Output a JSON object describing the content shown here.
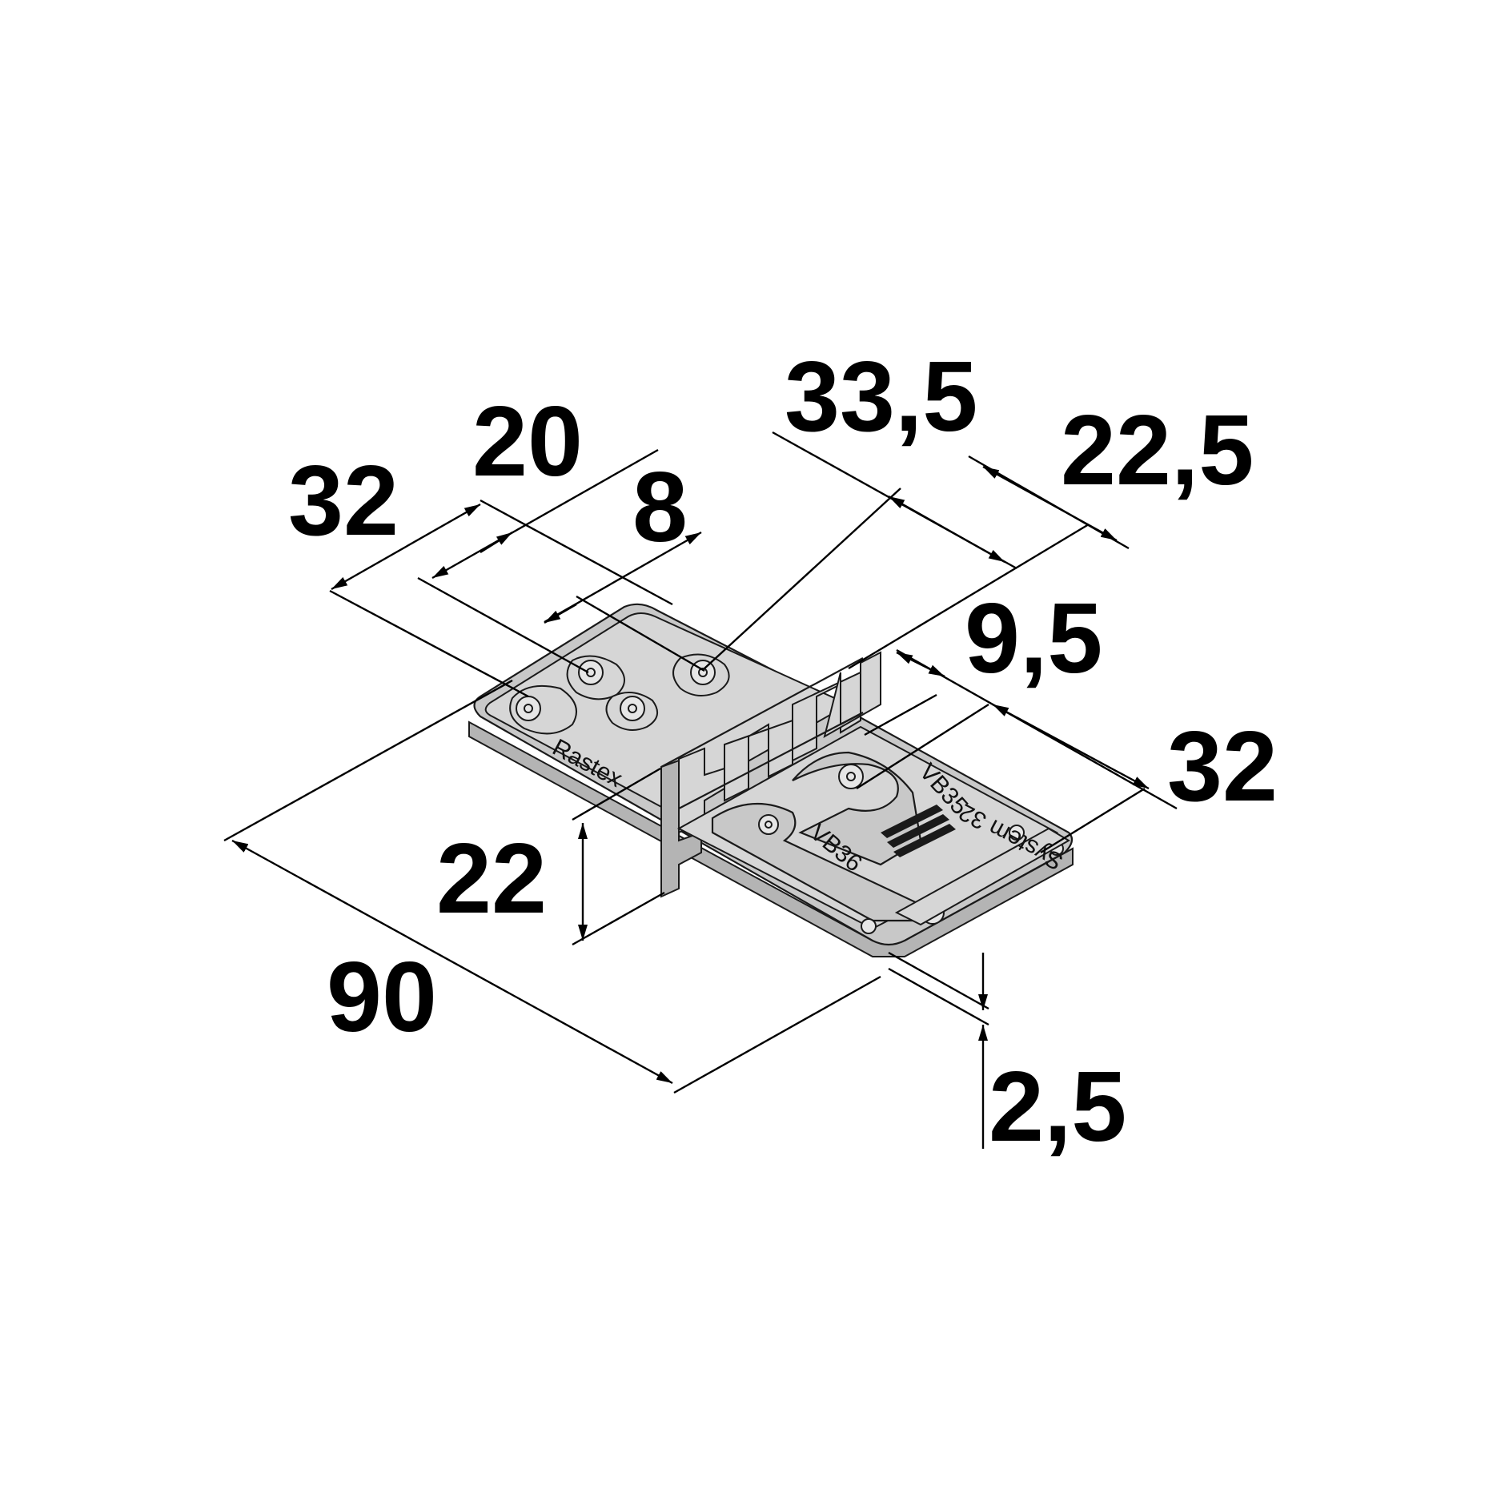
{
  "diagram": {
    "dimensions": [
      {
        "id": "dim-90",
        "label": "90"
      },
      {
        "id": "dim-32-left",
        "label": "32"
      },
      {
        "id": "dim-20",
        "label": "20"
      },
      {
        "id": "dim-8",
        "label": "8"
      },
      {
        "id": "dim-33-5",
        "label": "33,5"
      },
      {
        "id": "dim-22-5",
        "label": "22,5"
      },
      {
        "id": "dim-9-5",
        "label": "9,5"
      },
      {
        "id": "dim-32-right",
        "label": "32"
      },
      {
        "id": "dim-22",
        "label": "22"
      },
      {
        "id": "dim-2-5",
        "label": "2,5"
      }
    ],
    "part_markings": {
      "brand": "Rastex",
      "vb35": "VB35",
      "vb36": "VB36",
      "system": "System 32"
    },
    "colors": {
      "part_fill": "#c8c8c8",
      "line": "#000000",
      "background": "#ffffff"
    }
  }
}
